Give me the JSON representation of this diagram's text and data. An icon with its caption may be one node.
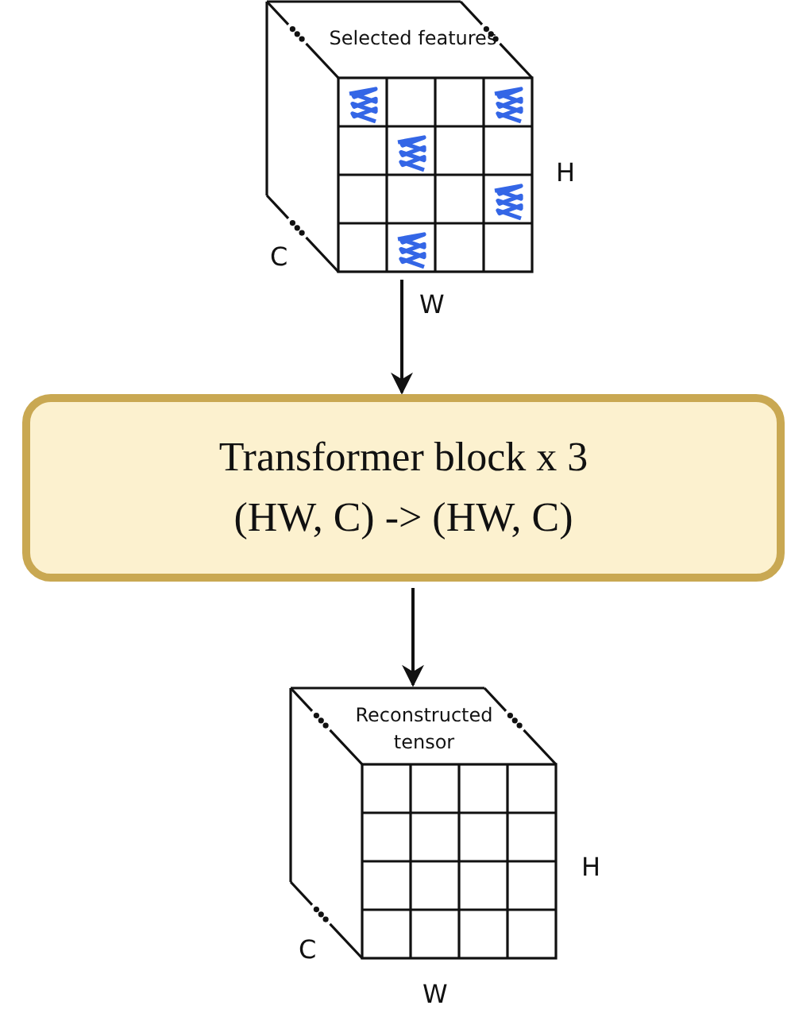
{
  "diagram": {
    "nodes": [
      {
        "text": [
          "Selected features"
        ]
      },
      {
        "text": [
          "Transformer block x 3",
          "(HW, C) -> (HW, C)"
        ]
      },
      {
        "text": [
          "Reconstructed tensor"
        ]
      }
    ],
    "edges": [
      {
        "from": 0,
        "to": 1,
        "arrow": "to"
      },
      {
        "from": 1,
        "to": 2,
        "arrow": "to"
      }
    ],
    "labels": [
      "H",
      "C",
      "W",
      "H",
      "C",
      "W"
    ]
  }
}
